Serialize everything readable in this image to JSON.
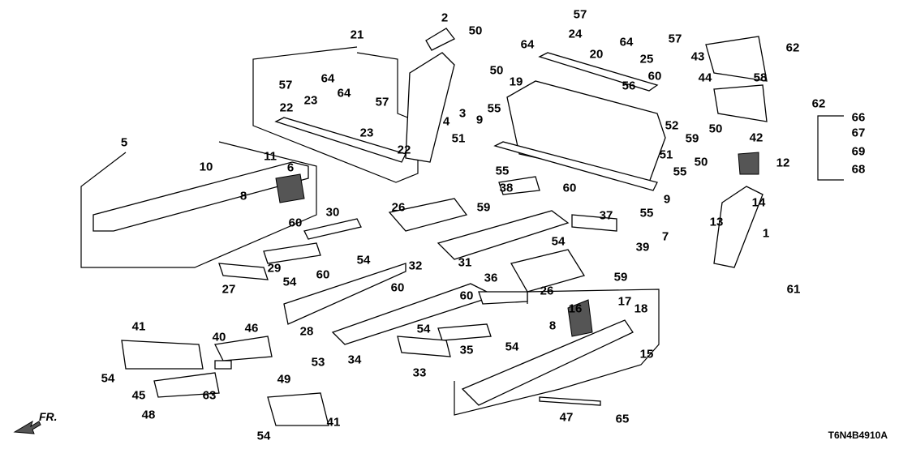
{
  "diagram_code": "T6N4B4910A",
  "direction_label": "FR.",
  "callouts": [
    "2",
    "50",
    "57",
    "64",
    "24",
    "64",
    "57",
    "25",
    "62",
    "43",
    "21",
    "57",
    "64",
    "64",
    "57",
    "22",
    "23",
    "23",
    "22",
    "4",
    "50",
    "19",
    "3",
    "55",
    "9",
    "20",
    "56",
    "60",
    "44",
    "58",
    "62",
    "66",
    "67",
    "69",
    "68",
    "52",
    "59",
    "51",
    "50",
    "42",
    "12",
    "5",
    "10",
    "11",
    "6",
    "8",
    "51",
    "55",
    "50",
    "55",
    "38",
    "26",
    "60",
    "37",
    "9",
    "14",
    "59",
    "30",
    "54",
    "39",
    "13",
    "55",
    "7",
    "1",
    "61",
    "60",
    "54",
    "29",
    "32",
    "31",
    "26",
    "59",
    "27",
    "54",
    "60",
    "60",
    "28",
    "36",
    "60",
    "16",
    "17",
    "18",
    "15",
    "8",
    "41",
    "40",
    "46",
    "34",
    "54",
    "35",
    "54",
    "33",
    "53",
    "49",
    "54",
    "45",
    "63",
    "48",
    "41",
    "47",
    "65",
    "54"
  ]
}
